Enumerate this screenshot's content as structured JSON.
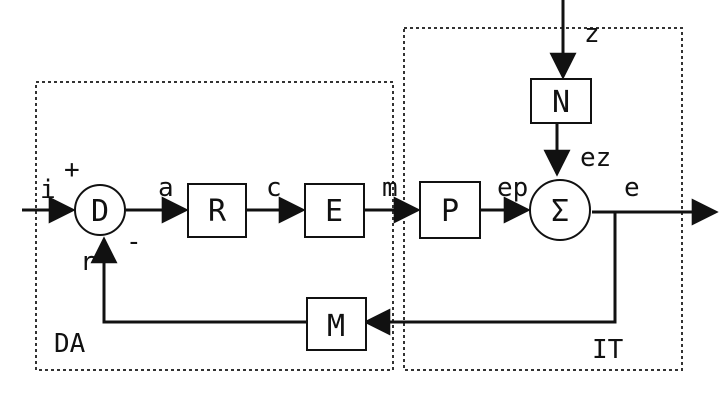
{
  "diagram": {
    "blocks": {
      "D": "D",
      "R": "R",
      "E": "E",
      "P": "P",
      "N": "N",
      "sum": "Σ",
      "M": "M"
    },
    "signals": {
      "i": "i",
      "plus": "+",
      "minus": "-",
      "a": "a",
      "c": "c",
      "m": "m",
      "ep": "ep",
      "ez": "ez",
      "z": "z",
      "e": "e",
      "r": "r",
      "DA": "DA",
      "IT": "IT"
    }
  }
}
